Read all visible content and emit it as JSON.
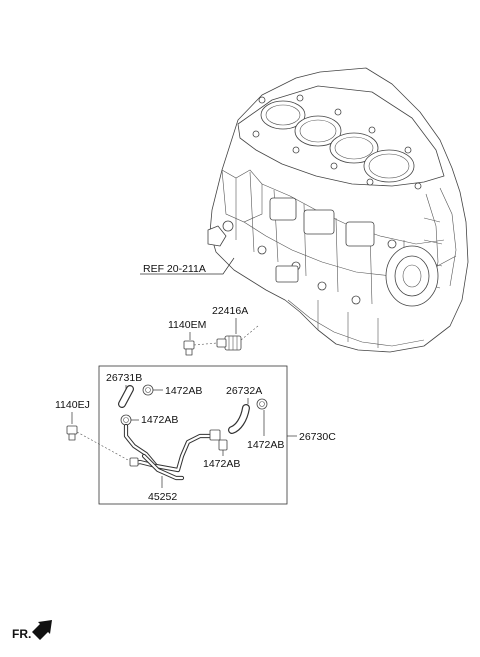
{
  "labels": {
    "ref": "REF 20-211A",
    "p22416a": "22416A",
    "p1140em": "1140EM",
    "p26731b": "26731B",
    "p1472ab_top": "1472AB",
    "p1140ej": "1140EJ",
    "p1472ab_mid": "1472AB",
    "p26732a": "26732A",
    "p1472ab_right": "1472AB",
    "p26730c": "26730C",
    "p1472ab_low": "1472AB",
    "p45252": "45252",
    "fr": "FR."
  }
}
